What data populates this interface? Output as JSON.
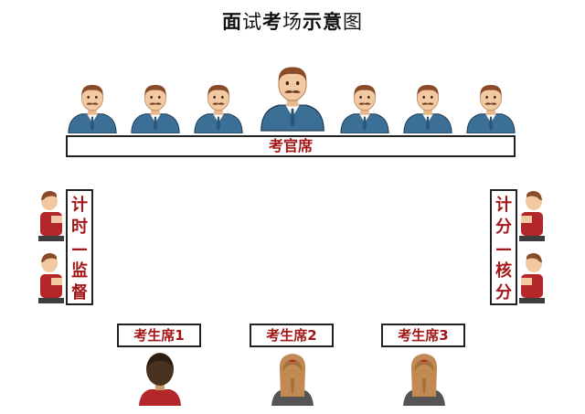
{
  "title": {
    "part1": "面",
    "part2": "试",
    "part3": "考",
    "part4": "场",
    "part5": "示意",
    "part6": "图"
  },
  "examiner_table": {
    "label": "考官席"
  },
  "left_station": {
    "chars": [
      "计",
      "时",
      "—",
      "监",
      "督"
    ]
  },
  "right_station": {
    "chars": [
      "计",
      "分",
      "—",
      "核",
      "分"
    ]
  },
  "candidate_seats": [
    {
      "label": "考生席1"
    },
    {
      "label": "考生席2"
    },
    {
      "label": "考生席3"
    }
  ],
  "colors": {
    "label_red": "#a31616",
    "suit": "#3b6f96",
    "skin": "#f2c9a0",
    "hair": "#8a4b2a",
    "staff_red": "#b3262a"
  }
}
